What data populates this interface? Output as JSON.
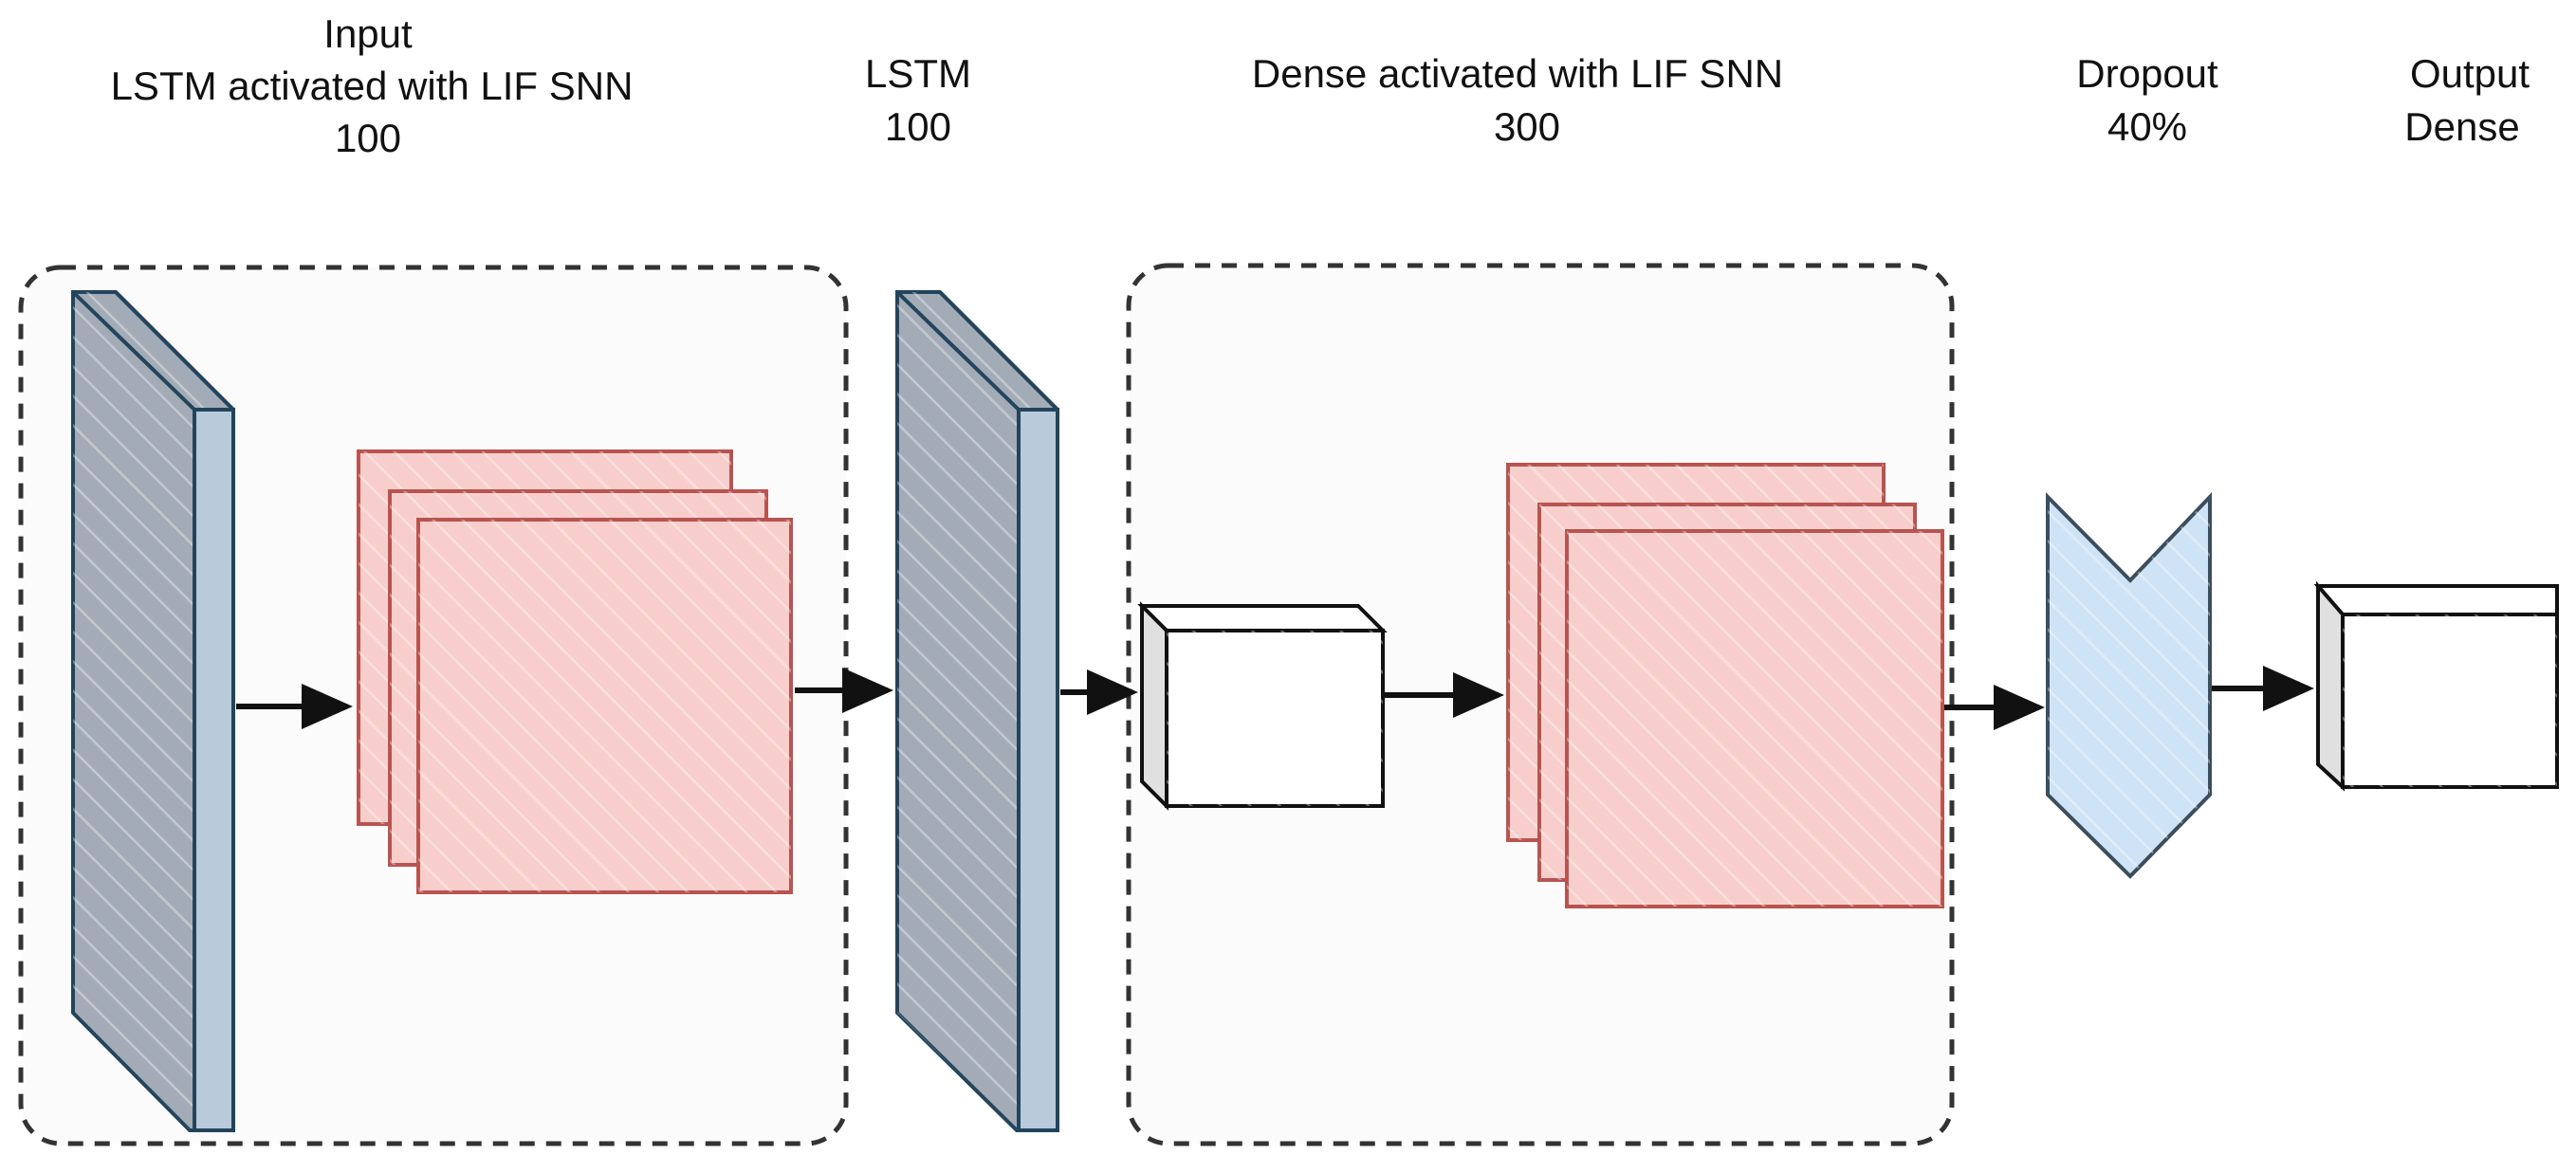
{
  "labels": {
    "input_title": "Input",
    "input_subtitle": "LSTM activated with LIF SNN",
    "input_units": "100",
    "lstm_title": "LSTM",
    "lstm_units": "100",
    "dense_title": "Dense activated with LIF SNN",
    "dense_units": "300",
    "dropout_title": "Dropout",
    "dropout_rate": "40%",
    "output_title": "Output",
    "output_subtitle": "Dense"
  },
  "colors": {
    "slab_face": "#a3acb6",
    "slab_side": "#b9cadb",
    "slab_stroke": "#23445d",
    "lif_fill": "#f8cecc",
    "lif_stroke": "#b85450",
    "dropout_fill": "#cfe3f6",
    "dropout_stroke": "#3c4d5c",
    "box_fill": "#ffffff",
    "box_side": "#e0e0e0"
  }
}
